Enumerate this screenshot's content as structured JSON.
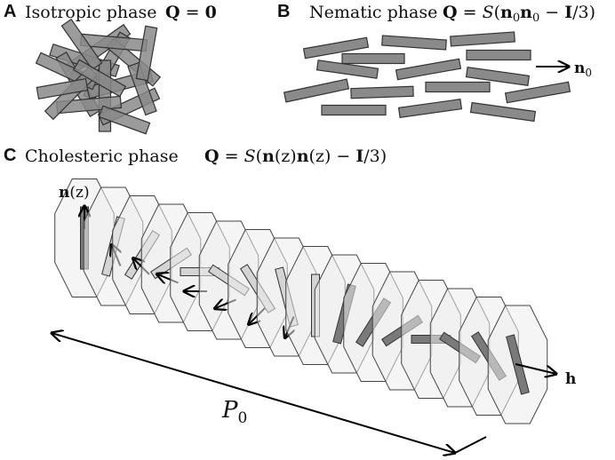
{
  "panels": {
    "a": {
      "letter": "A",
      "title": "Isotropic phase",
      "equation": {
        "lhs": "Q",
        "eq": " = ",
        "rhs": "0"
      }
    },
    "b": {
      "letter": "B",
      "title": "Nematic phase",
      "equation": {
        "lhs": "Q",
        "eq": " = ",
        "s": "S",
        "open": "(",
        "n1": "n",
        "sub1": "0",
        "n2": "n",
        "sub2": "0",
        "minus": " − ",
        "i": "I",
        "tail": "/3)"
      },
      "director_label": {
        "n": "n",
        "sub": "0"
      }
    },
    "c": {
      "letter": "C",
      "title": "Cholesteric phase",
      "equation": {
        "lhs": "Q",
        "eq": " = ",
        "s": "S",
        "open": "(",
        "n1": "n",
        "z1": "(z)",
        "n2": "n",
        "z2": "(z)",
        "minus": " − ",
        "i": "I",
        "tail": "/3)"
      },
      "director_label": {
        "n": "n",
        "z": "(z)"
      },
      "helix_label": "h",
      "pitch_label": {
        "p": "P",
        "sub": "0"
      }
    }
  },
  "colors": {
    "rod_fill": "#8a8a8a",
    "rod_stroke": "#333333",
    "frame_fill": "#ececec",
    "text": "#111111"
  }
}
